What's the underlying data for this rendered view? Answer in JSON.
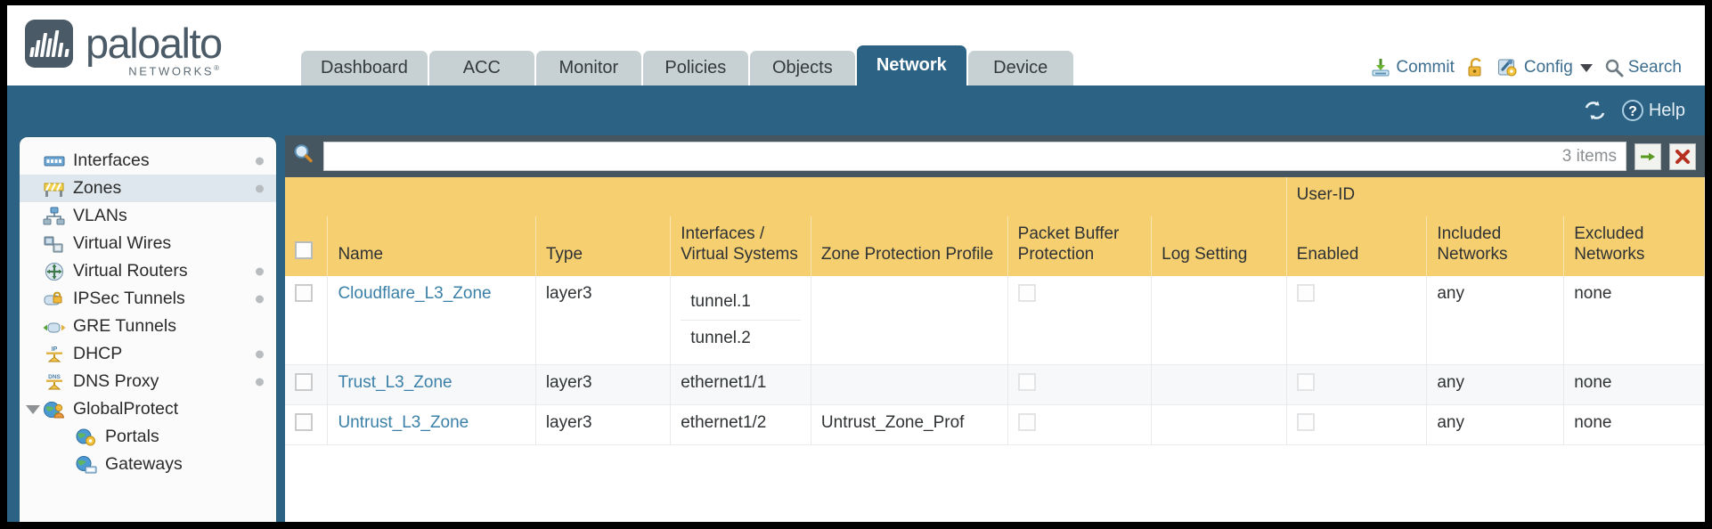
{
  "header": {
    "logo_word": "paloalto",
    "logo_sub": "NETWORKS",
    "logo_sub_mark": "®",
    "tabs": [
      {
        "label": "Dashboard",
        "active": false
      },
      {
        "label": "ACC",
        "active": false
      },
      {
        "label": "Monitor",
        "active": false
      },
      {
        "label": "Policies",
        "active": false
      },
      {
        "label": "Objects",
        "active": false
      },
      {
        "label": "Network",
        "active": true
      },
      {
        "label": "Device",
        "active": false
      }
    ],
    "actions": {
      "commit": "Commit",
      "config": "Config",
      "search": "Search",
      "lock_icon": "lock-icon",
      "commit_icon": "commit-save-icon",
      "config_icon": "config-wrench-icon",
      "search_icon": "search-magnifier-icon"
    }
  },
  "band": {
    "refresh_icon": "refresh-icon",
    "help_label": "Help",
    "help_icon": "help-question-icon"
  },
  "sidebar": {
    "items": [
      {
        "label": "Interfaces",
        "icon": "interfaces-icon",
        "selected": false,
        "dot": true,
        "child": false,
        "expander": false
      },
      {
        "label": "Zones",
        "icon": "zones-icon",
        "selected": true,
        "dot": true,
        "child": false,
        "expander": false
      },
      {
        "label": "VLANs",
        "icon": "vlans-icon",
        "selected": false,
        "dot": false,
        "child": false,
        "expander": false
      },
      {
        "label": "Virtual Wires",
        "icon": "virtual-wires-icon",
        "selected": false,
        "dot": false,
        "child": false,
        "expander": false
      },
      {
        "label": "Virtual Routers",
        "icon": "virtual-routers-icon",
        "selected": false,
        "dot": true,
        "child": false,
        "expander": false
      },
      {
        "label": "IPSec Tunnels",
        "icon": "ipsec-tunnels-icon",
        "selected": false,
        "dot": true,
        "child": false,
        "expander": false
      },
      {
        "label": "GRE Tunnels",
        "icon": "gre-tunnels-icon",
        "selected": false,
        "dot": false,
        "child": false,
        "expander": false
      },
      {
        "label": "DHCP",
        "icon": "dhcp-icon",
        "selected": false,
        "dot": true,
        "child": false,
        "expander": false
      },
      {
        "label": "DNS Proxy",
        "icon": "dns-proxy-icon",
        "selected": false,
        "dot": true,
        "child": false,
        "expander": false
      },
      {
        "label": "GlobalProtect",
        "icon": "globalprotect-icon",
        "selected": false,
        "dot": false,
        "child": false,
        "expander": true
      },
      {
        "label": "Portals",
        "icon": "portals-icon",
        "selected": false,
        "dot": false,
        "child": true,
        "expander": false
      },
      {
        "label": "Gateways",
        "icon": "gateways-icon",
        "selected": false,
        "dot": false,
        "child": true,
        "expander": false
      }
    ]
  },
  "filterbar": {
    "search_icon": "search-magnifier-icon",
    "search_value": "",
    "search_placeholder": "",
    "items_count": "3 items",
    "apply_icon": "apply-filter-arrow-icon",
    "clear_icon": "clear-filter-x-icon"
  },
  "table": {
    "group_header": "User-ID",
    "columns": [
      "Name",
      "Type",
      "Interfaces / Virtual Systems",
      "Zone Protection Profile",
      "Packet Buffer Protection",
      "Log Setting",
      "Enabled",
      "Included Networks",
      "Excluded Networks"
    ],
    "rows": [
      {
        "name": "Cloudflare_L3_Zone",
        "type": "layer3",
        "interfaces": [
          "tunnel.1",
          "tunnel.2"
        ],
        "zone_protection_profile": "",
        "packet_buffer_protection": false,
        "log_setting": "",
        "userid_enabled": false,
        "included_networks": "any",
        "excluded_networks": "none",
        "selected": false
      },
      {
        "name": "Trust_L3_Zone",
        "type": "layer3",
        "interfaces": [
          "ethernet1/1"
        ],
        "zone_protection_profile": "",
        "packet_buffer_protection": false,
        "log_setting": "",
        "userid_enabled": false,
        "included_networks": "any",
        "excluded_networks": "none",
        "selected": false
      },
      {
        "name": "Untrust_L3_Zone",
        "type": "layer3",
        "interfaces": [
          "ethernet1/2"
        ],
        "zone_protection_profile": "Untrust_Zone_Prof",
        "packet_buffer_protection": false,
        "log_setting": "",
        "userid_enabled": false,
        "included_networks": "any",
        "excluded_networks": "none",
        "selected": false
      }
    ]
  },
  "colors": {
    "brand_blue": "#2c6384",
    "header_gold": "#f5cf70",
    "group_gold": "#e0b13f",
    "link_blue": "#3a80a8",
    "panel_dark": "#465660"
  }
}
